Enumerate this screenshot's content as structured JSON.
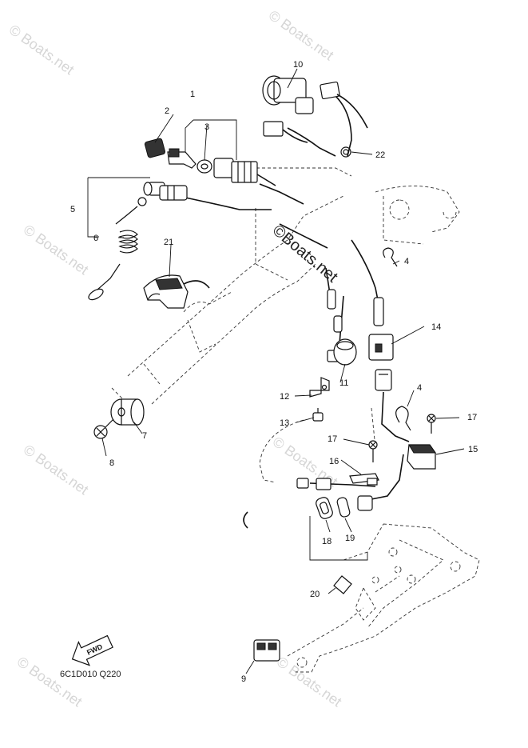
{
  "watermark": {
    "text": "© Boats.net",
    "center_text": "©Boats.net"
  },
  "diagram_code": "6C1D010 Q220",
  "fwd_label": "FWD",
  "callouts": {
    "c1": "1",
    "c2": "2",
    "c3": "3",
    "c4a": "4",
    "c4b": "4",
    "c5": "5",
    "c6": "6",
    "c7": "7",
    "c8": "8",
    "c9": "9",
    "c10": "10",
    "c11": "11",
    "c12": "12",
    "c13": "13",
    "c14": "14",
    "c15": "15",
    "c16": "16",
    "c17a": "17",
    "c17b": "17",
    "c18": "18",
    "c19": "19",
    "c20": "20",
    "c21": "21",
    "c22": "22"
  }
}
